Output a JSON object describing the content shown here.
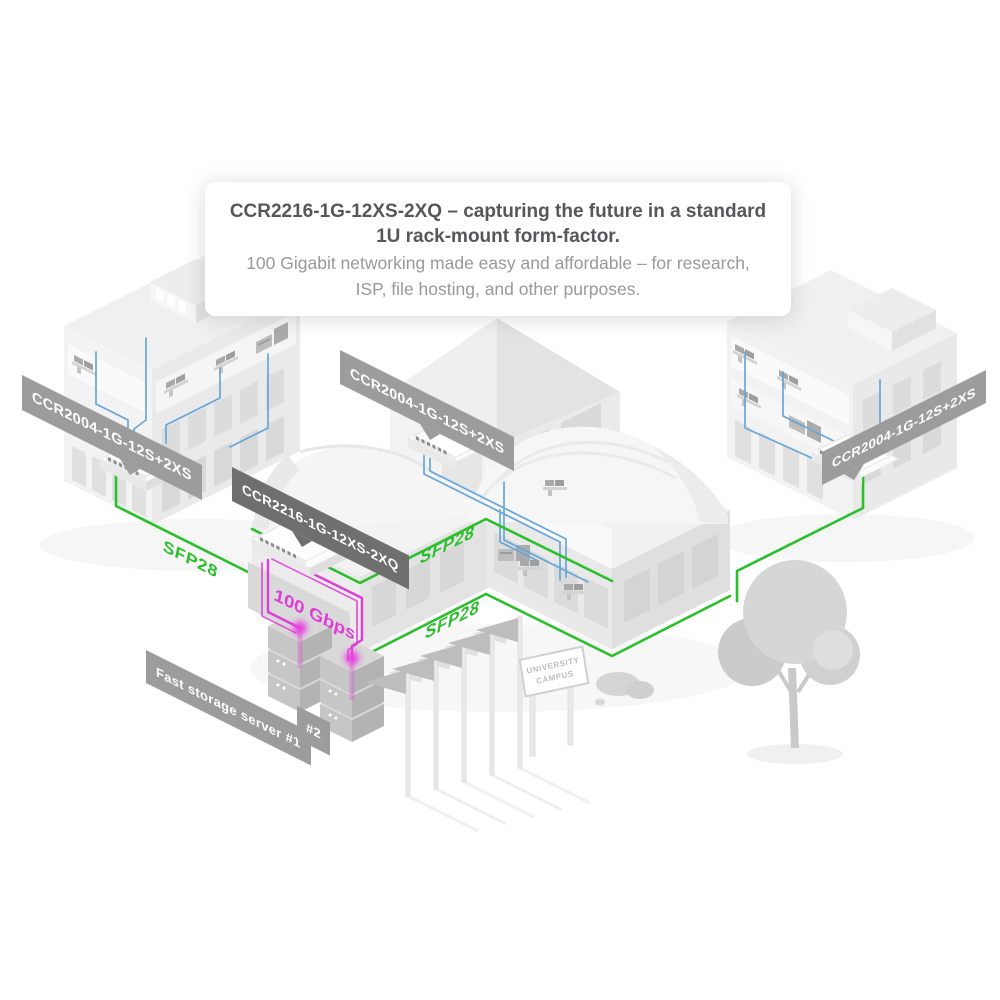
{
  "title_card": {
    "line1": "CCR2216-1G-12XS-2XQ – capturing the future in a standard",
    "line2": "1U rack-mount form-factor.",
    "line3": "100 Gigabit networking made easy and affordable – for research,",
    "line4": "ISP, file hosting, and other purposes."
  },
  "device_tags": {
    "left_router": "CCR2004-1G-12S+2XS",
    "middle_router": "CCR2004-1G-12S+2XS",
    "right_router": "CCR2004-1G-12S+2XS",
    "core_router": "CCR2216-1G-12XS-2XQ"
  },
  "link_labels": {
    "sfp28_left": "SFP28",
    "sfp28_middle": "SFP28",
    "sfp28_bottom": "SFP28",
    "speed": "100 Gbps"
  },
  "storage": {
    "server1": "Fast storage server #1",
    "server2": "#2"
  },
  "campus_sign": {
    "line1": "UNIVERSITY",
    "line2": "CAMPUS"
  },
  "colors": {
    "green": "#2bbf2b",
    "magenta": "#de3ed8",
    "blue": "#68a6d7",
    "label_gray": "#9c9c9c",
    "label_dark": "#6f6f6f",
    "title_text": "#56575a",
    "subtitle_text": "#97999b",
    "sign_text": "#bdbdbd"
  }
}
